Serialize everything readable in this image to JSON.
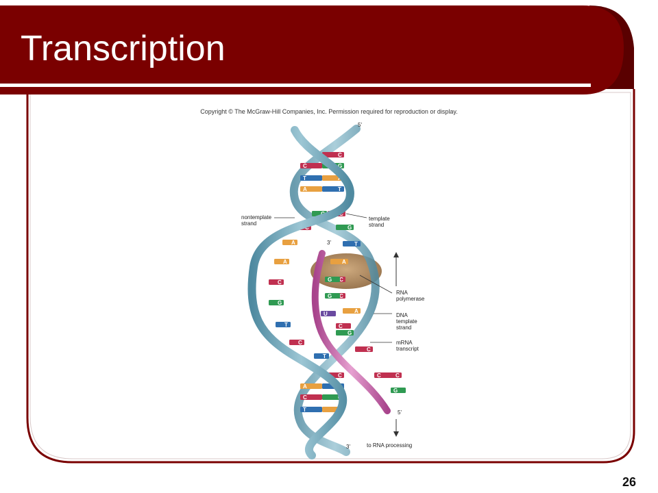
{
  "slide": {
    "title": "Transcription",
    "copyright": "Copyright © The McGraw-Hill Companies, Inc. Permission required for reproduction or display.",
    "page_number": "26",
    "colors": {
      "banner": "#7a0000",
      "frame_border": "#7a0000",
      "backbone": "#6fa4b8",
      "rna_strand": "#c062a8",
      "polymerase": "#a07a4a"
    }
  },
  "figure": {
    "labels": {
      "five_prime_top": "5'",
      "nontemplate_strand": "nontemplate\nstrand",
      "template_strand": "template\nstrand",
      "three_prime_mid": "3'",
      "rna_polymerase": "RNA\npolymerase",
      "dna_template_strand": "DNA\ntemplate\nstrand",
      "mrna_transcript": "mRNA\ntranscript",
      "five_prime_rna": "5'",
      "three_prime_bottom": "3'",
      "to_rna_processing": "to RNA processing"
    },
    "top_pairs": [
      {
        "left": "",
        "right": "C"
      },
      {
        "left": "C",
        "right": "G"
      },
      {
        "left": "T",
        "right": "A"
      },
      {
        "left": "A",
        "right": "T"
      }
    ],
    "nontemplate_bases": [
      "G",
      "C",
      "A",
      "A",
      "C",
      "G",
      "T",
      "C",
      "T"
    ],
    "template_bases": [
      "C",
      "G",
      "T",
      "A",
      "C",
      "C",
      "A",
      "G",
      "C",
      "C"
    ],
    "rna_bases": [
      "G",
      "G",
      "U",
      "C",
      "G"
    ],
    "rna_tail_bases": [
      "C",
      "G"
    ],
    "bottom_pairs": [
      {
        "left": "",
        "right": "C"
      },
      {
        "left": "A",
        "right": "T"
      },
      {
        "left": "C",
        "right": "G"
      },
      {
        "left": "T",
        "right": "A"
      }
    ],
    "base_colors": {
      "A": "#e8a040",
      "T": "#2f6fb0",
      "G": "#2f9a52",
      "C": "#c03050",
      "U": "#6a4aa0"
    }
  }
}
